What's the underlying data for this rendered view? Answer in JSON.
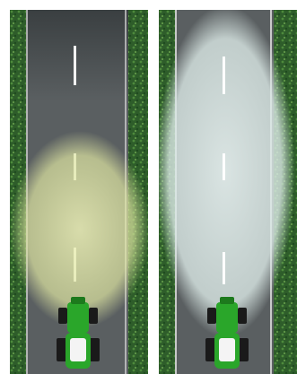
{
  "panels": [
    {
      "id": "left",
      "beam": "low-beam",
      "beam_color": "#e8ecb0",
      "tractor_color": "#2aa62a"
    },
    {
      "id": "right",
      "beam": "high-beam",
      "beam_color": "#e6f1ef",
      "tractor_color": "#2aa62a"
    }
  ],
  "colors": {
    "grass": "#2e5d2a",
    "road": "#4b5052",
    "lane_line": "#f2f2f2"
  }
}
